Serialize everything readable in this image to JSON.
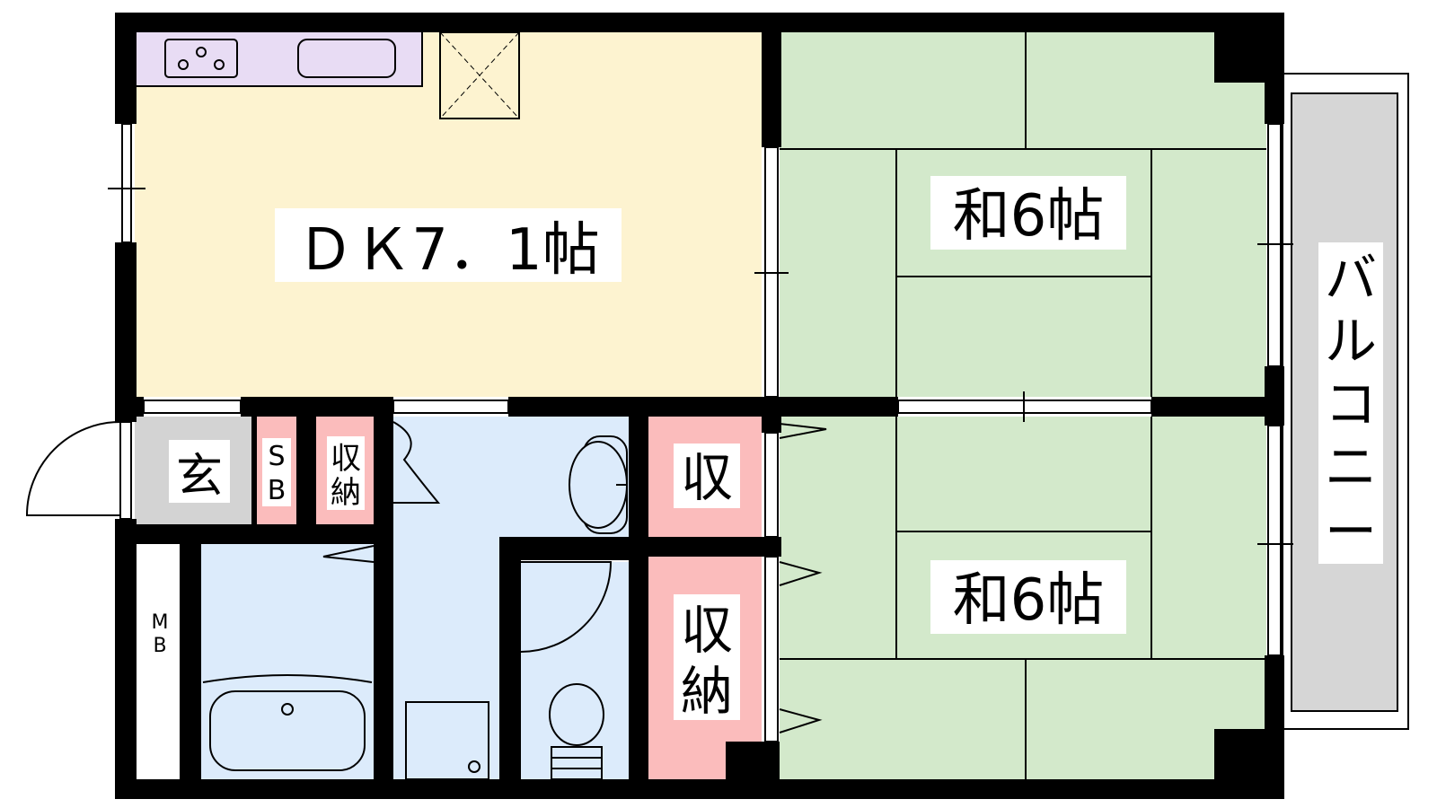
{
  "rooms": {
    "dk": "ＤＫ7．1帖",
    "washitsu_upper": "和6帖",
    "washitsu_lower": "和6帖",
    "balcony": [
      "バ",
      "ル",
      "コ",
      "ニ",
      "ー"
    ],
    "genkan": "玄",
    "sb": [
      "S",
      "B"
    ],
    "shuno_small": [
      "収",
      "納"
    ],
    "shu": "収",
    "shuno_tall": [
      "収",
      "納"
    ],
    "mb": [
      "M",
      "B"
    ]
  },
  "colors": {
    "dk_floor": "#fdf3d0",
    "tatami": "#d3e9cb",
    "wet_area": "#dcebfb",
    "storage": "#fbbcbc",
    "genkan_floor": "#d3d3d3",
    "balcony_floor": "#d6d6d6",
    "kitchen_counter": "#e8dcf4",
    "wall": "#000000"
  }
}
